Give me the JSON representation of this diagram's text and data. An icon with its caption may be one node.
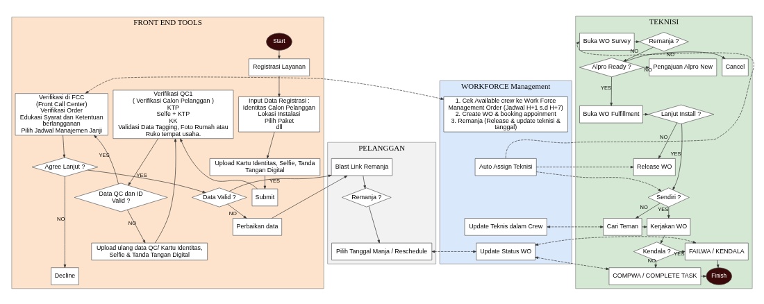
{
  "diagram": {
    "nodes": [
      {
        "text": [
          "FRONT END TOOLS"
        ]
      },
      {
        "text": [
          "PELANGGAN"
        ]
      },
      {
        "text": [
          "WORKFORCE Management"
        ]
      },
      {
        "text": [
          "TEKNISI"
        ]
      },
      {
        "text": [
          "Start"
        ],
        "in": 0
      },
      {
        "text": [
          "Registrasi Layanan"
        ],
        "in": 0
      },
      {
        "text": [
          "Input Data Registrasi :",
          "Identitas Calon Pelanggan",
          "Lokasi Instalasi",
          "Pilih Paket",
          "dll"
        ],
        "in": 0
      },
      {
        "text": [
          "Upload Kartu Identitas, Selfie, Tanda Tangan Digital"
        ],
        "in": 0
      },
      {
        "text": [
          "Submit"
        ],
        "in": 0
      },
      {
        "text": [
          "Upload ulang data QC/ Kartu Identitas, Selfie & Tanda Tangan Digital"
        ],
        "in": 0
      },
      {
        "text": [
          "Verifikasi QC1",
          "( Verifikasi Calon Pelanggan )",
          "KTP",
          "Selfe + KTP",
          "KK",
          "Validasi Data Tagging, Foto Rumah atau Ruko tempat usaha."
        ],
        "in": 0
      },
      {
        "text": [
          "Data QC dan ID Valid ?"
        ],
        "in": 0
      },
      {
        "text": [
          "Verifikasi di FCC",
          "(Front Call Center)",
          "Verifikasi Order",
          "Edukasi Syarat dan Ketentuan berlangganan",
          "Pilih Jadwal Manajemen Janji"
        ],
        "in": 0
      },
      {
        "text": [
          "Agree Lanjut ?"
        ],
        "in": 0
      },
      {
        "text": [
          "Data Valid ?"
        ],
        "in": 0
      },
      {
        "text": [
          "Perbaikan data"
        ],
        "in": 0
      },
      {
        "text": [
          "Decline"
        ],
        "in": 0
      },
      {
        "text": [
          "Blast Link Remanja"
        ],
        "in": 1
      },
      {
        "text": [
          "Remanja ?"
        ],
        "in": 1
      },
      {
        "text": [
          "Pilih Tanggal Manja / Reschedule"
        ],
        "in": 1
      },
      {
        "text": [
          "1. Cek Available crew ke Work Force Management Order (Jadwal H+1 s.d H+7)",
          "2. Create WO & booking appoinment",
          "3. Remanja (Release & update teknisi & tanggal)"
        ],
        "in": 2
      },
      {
        "text": [
          "Auto Assign Teknisi"
        ],
        "in": 2
      },
      {
        "text": [
          "Update Teknis dalam Crew"
        ],
        "in": 2
      },
      {
        "text": [
          "Update Status WO"
        ],
        "in": 2
      },
      {
        "text": [
          "Buka WO Survey"
        ],
        "in": 3
      },
      {
        "text": [
          "Remanja ?"
        ],
        "in": 3
      },
      {
        "text": [
          "Cancel"
        ],
        "in": 3
      },
      {
        "text": [
          "Pengajuan Alpro New"
        ],
        "in": 3
      },
      {
        "text": [
          "Alpro Ready ?"
        ],
        "in": 3
      },
      {
        "text": [
          "Buka WO Fulfillment"
        ],
        "in": 3
      },
      {
        "text": [
          "Lanjut Install ?"
        ],
        "in": 3
      },
      {
        "text": [
          "Release WO"
        ],
        "in": 3
      },
      {
        "text": [
          "Sendiri ?"
        ],
        "in": 3
      },
      {
        "text": [
          "Cari Teman"
        ],
        "in": 3
      },
      {
        "text": [
          "Kerjakan WO"
        ],
        "in": 3
      },
      {
        "text": [
          "Kendala ?"
        ],
        "in": 3
      },
      {
        "text": [
          "FAILWA / KENDALA"
        ],
        "in": 3
      },
      {
        "text": [
          "COMPWA / COMPLETE TASK"
        ],
        "in": 3
      },
      {
        "text": [
          "Finish"
        ],
        "in": 3
      }
    ],
    "edges": [
      {
        "from": 4,
        "to": 5,
        "arrow": "to"
      },
      {
        "from": 5,
        "to": 6,
        "arrow": "to"
      },
      {
        "from": 6,
        "to": 7,
        "arrow": "to"
      },
      {
        "from": 7,
        "to": 8,
        "arrow": "to"
      },
      {
        "from": 8,
        "to": 10,
        "arrow": "to"
      },
      {
        "from": 9,
        "to": 10,
        "arrow": "to"
      },
      {
        "from": 10,
        "to": 11,
        "arrow": "to"
      },
      {
        "from": 11,
        "to": 12,
        "arrow": "to",
        "label": "YES"
      },
      {
        "from": 11,
        "to": 9,
        "arrow": "to",
        "label": "NO"
      },
      {
        "from": 12,
        "to": 13,
        "arrow": "to"
      },
      {
        "from": 13,
        "to": 14,
        "arrow": "to",
        "label": "YES"
      },
      {
        "from": 13,
        "to": 16,
        "arrow": "to",
        "label": "NO"
      },
      {
        "from": 14,
        "to": 17,
        "arrow": "to",
        "label": "YES"
      },
      {
        "from": 14,
        "to": 15,
        "arrow": "to",
        "label": "NO"
      },
      {
        "from": 15,
        "to": 17,
        "arrow": "to"
      },
      {
        "from": 17,
        "to": 18,
        "arrow": "to"
      },
      {
        "from": 18,
        "to": 19,
        "arrow": "to"
      },
      {
        "from": 12,
        "to": 20,
        "arrow": "both",
        "style": "dashed"
      },
      {
        "from": 23,
        "to": 19,
        "arrow": "both",
        "style": "dashed"
      },
      {
        "from": 24,
        "to": 25,
        "arrow": "to"
      },
      {
        "from": 25,
        "to": 28,
        "arrow": "to",
        "label": "NO"
      },
      {
        "from": 28,
        "to": 26,
        "arrow": "to",
        "label": "NO"
      },
      {
        "from": 28,
        "to": 27,
        "arrow": "to",
        "label": "NO"
      },
      {
        "from": 28,
        "to": 29,
        "arrow": "to",
        "label": "YES"
      },
      {
        "from": 29,
        "to": 30,
        "arrow": "to"
      },
      {
        "from": 30,
        "to": 31,
        "arrow": "to",
        "label": "NO"
      },
      {
        "from": 30,
        "to": 32,
        "arrow": "to",
        "label": "YES"
      },
      {
        "from": 32,
        "to": 33,
        "arrow": "to",
        "label": "NO"
      },
      {
        "from": 32,
        "to": 34,
        "arrow": "to",
        "label": "YES"
      },
      {
        "from": 33,
        "to": 34,
        "arrow": "to"
      },
      {
        "from": 34,
        "to": 35,
        "arrow": "to"
      },
      {
        "from": 35,
        "to": 36,
        "arrow": "to",
        "label": "YES"
      },
      {
        "from": 35,
        "to": 37,
        "arrow": "to",
        "label": "NO"
      },
      {
        "from": 37,
        "to": 38,
        "arrow": "to"
      },
      {
        "from": 36,
        "to": 38,
        "arrow": "to"
      },
      {
        "from": 21,
        "to": 24,
        "arrow": "to",
        "style": "dashed"
      },
      {
        "from": 21,
        "to": 31,
        "arrow": "to",
        "style": "dashed"
      },
      {
        "from": 21,
        "to": 32,
        "arrow": "to",
        "style": "dashed"
      },
      {
        "from": 33,
        "to": 22,
        "arrow": "both",
        "style": "dashed"
      },
      {
        "from": 36,
        "to": 23,
        "arrow": "both",
        "style": "dashed"
      },
      {
        "from": 37,
        "to": 23,
        "arrow": "both",
        "style": "dashed"
      }
    ]
  }
}
